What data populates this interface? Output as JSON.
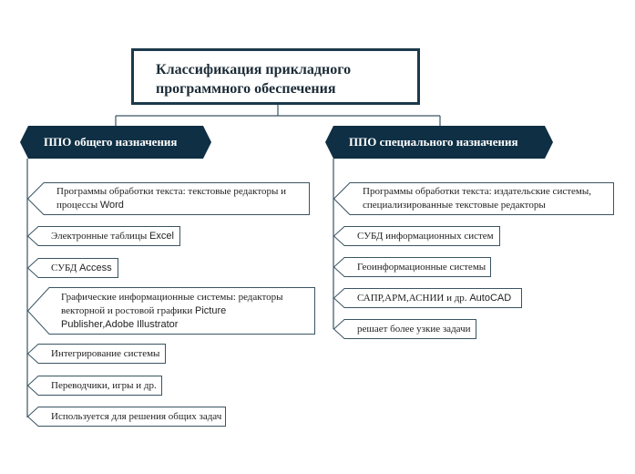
{
  "root": {
    "line1": "Классификация прикладного",
    "line2": "программного обеспечения"
  },
  "colors": {
    "dark": "#0e2f44",
    "border": "#1b3a4b",
    "line": "#3a5563"
  },
  "left": {
    "title": "ППО общего назначения",
    "items": [
      {
        "text1": "Программы обработки текста: текстовые редакторы и",
        "text2a": "процессы ",
        "text2b": "Word"
      },
      {
        "text1": "Электронные таблицы ",
        "text1b": "Excel"
      },
      {
        "text1": "СУБД ",
        "text1b": "Access"
      },
      {
        "text1": "Графические информационные системы: редакторы",
        "text2a": "векторной и ростовой графики ",
        "text2b": "Picture",
        "text3": "Publisher,Adobe Illustrator"
      },
      {
        "text1": "Интегрирование системы"
      },
      {
        "text1": "Переводчики, игры и др."
      },
      {
        "text1": "Используется для решения общих задач"
      }
    ]
  },
  "right": {
    "title": "ППО специального назначения",
    "items": [
      {
        "text1": "Программы обработки текста: издательские системы,",
        "text2a": "специализированные текстовые редакторы"
      },
      {
        "text1": "СУБД информационных систем"
      },
      {
        "text1": "Геоинформационные системы"
      },
      {
        "text1": "САПР,АРМ,АСНИИ и др. ",
        "text1b": "AutoCAD"
      },
      {
        "text1": "решает более узкие задачи"
      }
    ]
  }
}
